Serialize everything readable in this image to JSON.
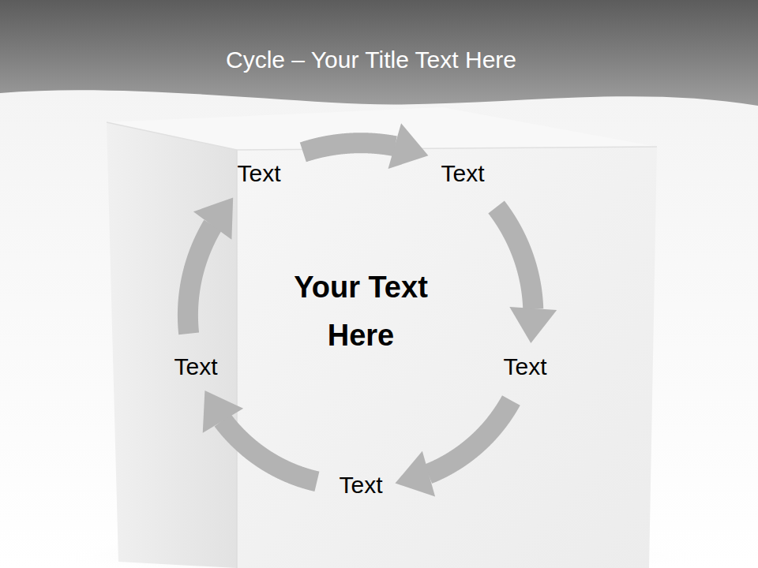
{
  "diagram": {
    "title": "Cycle – Your Title Text Here",
    "nodes": [
      {
        "text": [
          "Text"
        ]
      },
      {
        "text": [
          "Text"
        ]
      },
      {
        "text": [
          "Text"
        ]
      },
      {
        "text": [
          "Text"
        ]
      },
      {
        "text": [
          "Text"
        ]
      }
    ],
    "edges": [
      {
        "from": 0,
        "to": 1,
        "arrow": "to"
      },
      {
        "from": 1,
        "to": 2,
        "arrow": "to"
      },
      {
        "from": 2,
        "to": 3,
        "arrow": "to"
      },
      {
        "from": 3,
        "to": 4,
        "arrow": "to"
      },
      {
        "from": 4,
        "to": 0,
        "arrow": "to"
      }
    ],
    "labels": [
      "Your Text Here"
    ]
  }
}
